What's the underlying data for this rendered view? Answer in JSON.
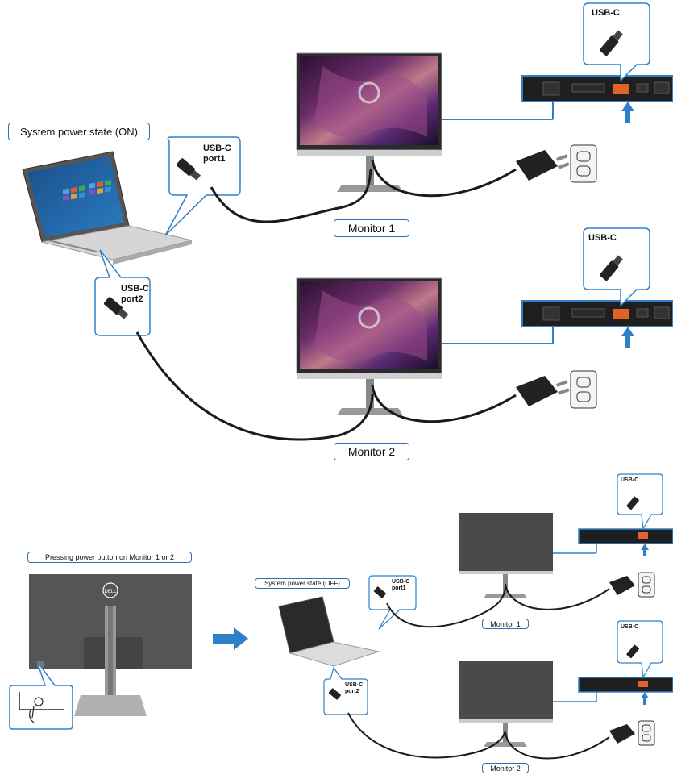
{
  "labels": {
    "system_on": "System power state (ON)",
    "monitor1": "Monitor 1",
    "monitor2": "Monitor 2",
    "pressing": "Pressing power button on Monitor 1 or 2",
    "system_off": "System power state (OFF)",
    "monitor1_small": "Monitor 1",
    "monitor2_small": "Monitor 2"
  },
  "callouts": {
    "usbc_port1": "USB-C\nport1",
    "usbc_port2": "USB-C\nport2",
    "usbc_mon1": "USB-C",
    "usbc_mon2": "USB-C",
    "usbc_port1_small": "USB-C\nport1",
    "usbc_port2_small": "USB-C\nport2",
    "usbc_mon1_small": "USB-C",
    "usbc_mon2_small": "USB-C"
  },
  "brand": "DELL",
  "colors": {
    "accent": "#2f6fb3",
    "arrow": "#2f80c8",
    "cable": "#1a1a1a",
    "port_highlight": "#e0622a"
  },
  "icons": [
    "laptop-icon",
    "monitor-icon",
    "power-plug-icon",
    "wall-outlet-icon",
    "usb-c-connector-icon",
    "power-button-icon",
    "arrow-right-icon",
    "arrow-up-icon"
  ]
}
